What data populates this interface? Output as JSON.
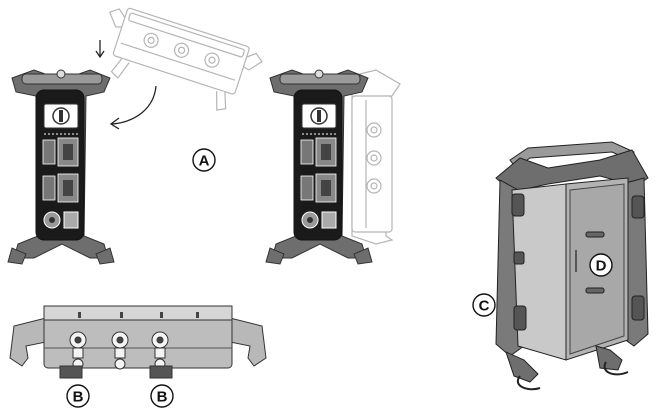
{
  "callouts": {
    "a": "A",
    "b_left": "B",
    "b_right": "B",
    "c": "C",
    "d": "D"
  },
  "colors": {
    "frame_dark": "#6e6e6e",
    "frame_mid": "#9a9a9a",
    "panel_black": "#1a1a1a",
    "light_part": "#f4f4f4",
    "outline": "#333333",
    "ghost_outline": "#b5b5b5",
    "cover_gray": "#b3b3b3",
    "cover_dark": "#8a8a8a"
  }
}
